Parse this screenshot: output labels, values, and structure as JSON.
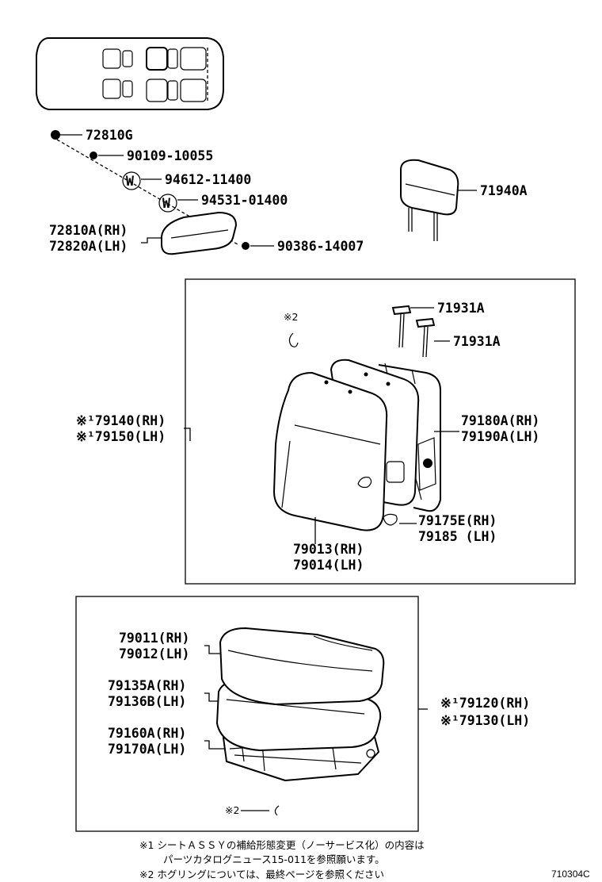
{
  "labels": {
    "p72810G": "72810G",
    "p90109": "90109-10055",
    "p94612": "94612-11400",
    "p94531": "94531-01400",
    "p72810A": "72810A(RH)",
    "p72820A": "72820A(LH)",
    "p90386": "90386-14007",
    "p71940A": "71940A",
    "p71931A_1": "71931A",
    "p71931A_2": "71931A",
    "mark2_top": "※2",
    "p79140": "※¹79140(RH)",
    "p79150": "※¹79150(LH)",
    "p79180A": "79180A(RH)",
    "p79190A": "79190A(LH)",
    "p79175E": "79175E(RH)",
    "p79185": "79185  (LH)",
    "p79013": "79013(RH)",
    "p79014": "79014(LH)",
    "p79011": "79011(RH)",
    "p79012": "79012(LH)",
    "p79135A": "79135A(RH)",
    "p79136B": "79136B(LH)",
    "p79160A": "79160A(RH)",
    "p79170A": "79170A(LH)",
    "p79120": "※¹79120(RH)",
    "p79130": "※¹79130(LH)",
    "mark2_bottom": "※2"
  },
  "washer_letter": "W",
  "notes": {
    "n1_line1": "※1  シートＡＳＳＹの補給形態変更（ノーサービス化）の内容は",
    "n1_line2": "パーツカタログニュース15-011を参照願います。",
    "n2_line1": "※2  ホグリングについては、最終ページを参照ください"
  },
  "diagram_code": "710304C"
}
